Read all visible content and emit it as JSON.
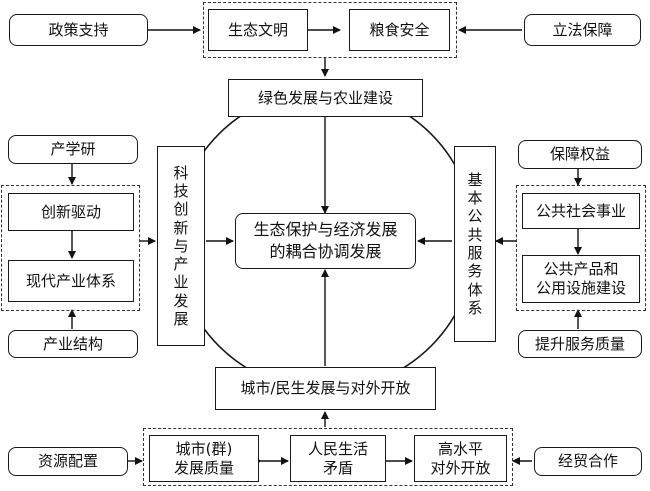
{
  "top": {
    "left_box": "政策支持",
    "right_box": "立法保障",
    "group": [
      "生态文明",
      "粮食安全"
    ]
  },
  "center_top": "绿色发展与农业建设",
  "center": [
    "生态保护与经济发展",
    "的耦合协调发展"
  ],
  "left_panel": {
    "top_box": "产学研",
    "group": [
      "创新驱动",
      "现代产业体系"
    ],
    "bottom_box": "产业结构",
    "vertical": [
      "科",
      "技",
      "创",
      "新",
      "与",
      "产",
      "业",
      "发",
      "展"
    ]
  },
  "right_panel": {
    "top_box": "保障权益",
    "group": [
      "公共社会事业",
      "公共产品和",
      "公用设施建设"
    ],
    "bottom_box": "提升服务质量",
    "vertical": [
      "基",
      "本",
      "公",
      "共",
      "服",
      "务",
      "体",
      "系"
    ]
  },
  "center_bottom": "城市/民生发展与对外开放",
  "bottom": {
    "left_box": "资源配置",
    "right_box": "经贸合作",
    "group": [
      [
        "城市(群)",
        "发展质量"
      ],
      [
        "人民生活",
        "矛盾"
      ],
      [
        "高水平",
        "对外开放"
      ]
    ]
  }
}
